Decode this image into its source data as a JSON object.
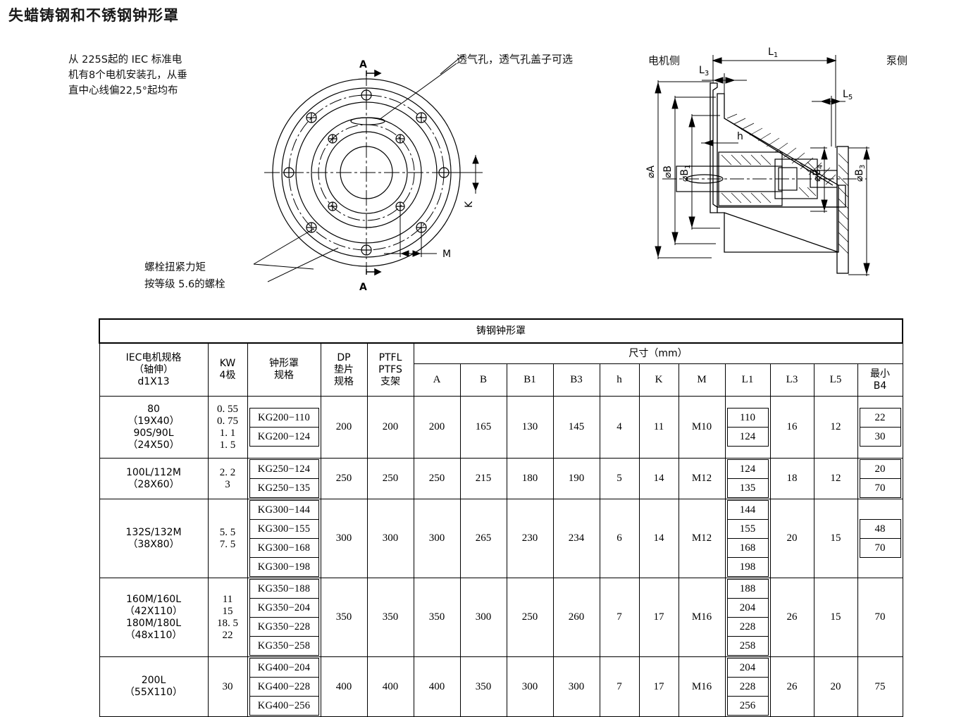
{
  "document": {
    "title": "失蜡铸钢和不锈钢钟形罩"
  },
  "annotations": {
    "iec_note": "从 225S起的 IEC 标准电机有8个电机安装孔，从垂直中心线偏22,5°起均布",
    "vent_note": "透气孔，透气孔盖子可选",
    "bolt_note": "螺栓扭紧力矩\n按等级 5.6的螺栓",
    "motor_side": "电机侧",
    "pump_side": "泵侧"
  },
  "drawing_labels": {
    "section_mark_top": "A",
    "section_mark_bottom": "A",
    "k": "K",
    "m": "M",
    "h": "h",
    "l1": "L",
    "l1_sub": "1",
    "l3": "L",
    "l3_sub": "3",
    "l5": "L",
    "l5_sub": "5",
    "dia_a": "⌀A",
    "dia_b": "⌀B",
    "dia_b1": "⌀B",
    "dia_b1_sub": "1",
    "dia_b3": "⌀B",
    "dia_b3_sub": "3",
    "dia_b4": "⌀B",
    "dia_b4_sub": "4"
  },
  "table": {
    "title": "铸钢钟形罩",
    "dimensions_group": "尺寸（mm）",
    "headers": {
      "iec_motor": "IEC电机规格\n（轴伸）\nd1X13",
      "kw": "KW\n4极",
      "bell_housing": "钟形罩\n规格",
      "dp_gasket": "DP\n垫片\n规格",
      "ptfl_bracket": "PTFL\nPTFS\n支架",
      "a": "A",
      "b": "B",
      "b1": "B1",
      "b3": "B3",
      "h": "h",
      "k": "K",
      "m": "M",
      "l1": "L1",
      "l3": "L3",
      "l5": "L5",
      "b4_min": "最小\nB4"
    },
    "rows": [
      {
        "iec_motor": "80\n（19X40）\n90S/90L\n（24X50）",
        "kw": "0. 55\n0. 75\n1. 1\n1. 5",
        "bell_housing": [
          "KG200−110",
          "KG200−124"
        ],
        "dp_gasket": "200",
        "ptfl_bracket": "200",
        "a": "200",
        "b": "165",
        "b1": "130",
        "b3": "145",
        "h": "4",
        "k": "11",
        "m": "M10",
        "l1": [
          "110",
          "124"
        ],
        "l3": "16",
        "l5": "12",
        "b4_min": [
          "22",
          "30"
        ]
      },
      {
        "iec_motor": "100L/112M\n（28X60）",
        "kw": "2. 2\n3",
        "bell_housing": [
          "KG250−124",
          "KG250−135"
        ],
        "dp_gasket": "250",
        "ptfl_bracket": "250",
        "a": "250",
        "b": "215",
        "b1": "180",
        "b3": "190",
        "h": "5",
        "k": "14",
        "m": "M12",
        "l1": [
          "124",
          "135"
        ],
        "l3": "18",
        "l5": "12",
        "b4_min": [
          "20",
          "70"
        ]
      },
      {
        "iec_motor": "132S/132M\n（38X80）",
        "kw": "5. 5\n7. 5",
        "bell_housing": [
          "KG300−144",
          "KG300−155",
          "KG300−168",
          "KG300−198"
        ],
        "dp_gasket": "300",
        "ptfl_bracket": "300",
        "a": "300",
        "b": "265",
        "b1": "230",
        "b3": "234",
        "h": "6",
        "k": "14",
        "m": "M12",
        "l1": [
          "144",
          "155",
          "168",
          "198"
        ],
        "l3": "20",
        "l5": "15",
        "b4_min": [
          "48",
          "70"
        ]
      },
      {
        "iec_motor": "160M/160L\n（42X110）\n180M/180L\n（48x110）",
        "kw": "11\n15\n18. 5\n22",
        "bell_housing": [
          "KG350−188",
          "KG350−204",
          "KG350−228",
          "KG350−258"
        ],
        "dp_gasket": "350",
        "ptfl_bracket": "350",
        "a": "350",
        "b": "300",
        "b1": "250",
        "b3": "260",
        "h": "7",
        "k": "17",
        "m": "M16",
        "l1": [
          "188",
          "204",
          "228",
          "258"
        ],
        "l3": "26",
        "l5": "15",
        "b4_min": [
          "70"
        ]
      },
      {
        "iec_motor": "200L\n（55X110）",
        "kw": "30",
        "bell_housing": [
          "KG400−204",
          "KG400−228",
          "KG400−256"
        ],
        "dp_gasket": "400",
        "ptfl_bracket": "400",
        "a": "400",
        "b": "350",
        "b1": "300",
        "b3": "300",
        "h": "7",
        "k": "17",
        "m": "M16",
        "l1": [
          "204",
          "228",
          "256"
        ],
        "l3": "26",
        "l5": "20",
        "b4_min": [
          "75"
        ]
      }
    ]
  }
}
